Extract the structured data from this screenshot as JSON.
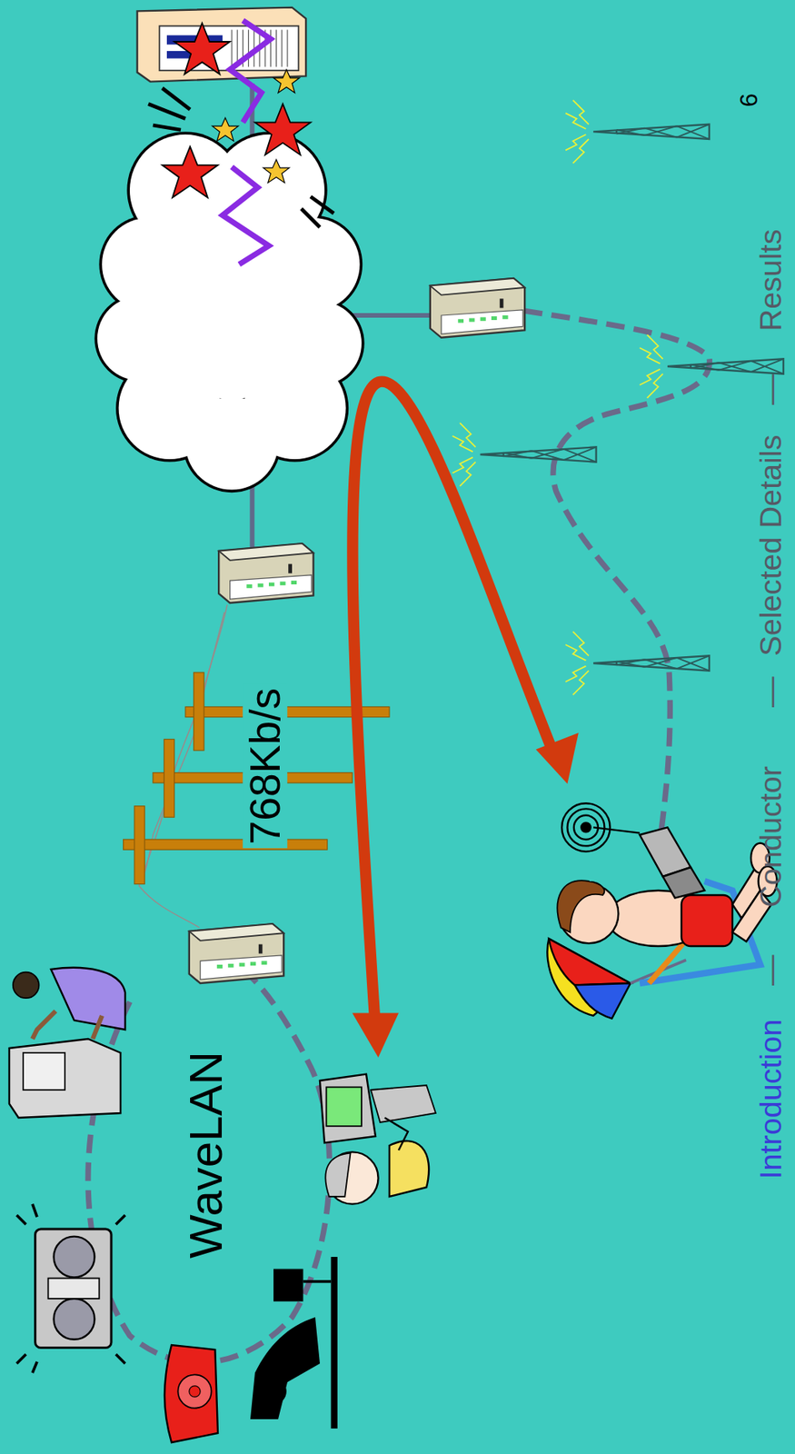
{
  "diagram": {
    "labels": [
      "WaveLAN",
      "768Kb/s",
      "Introduction",
      "—",
      "Conductor",
      "—",
      "Selected Details",
      "—",
      "Results",
      "6"
    ]
  }
}
